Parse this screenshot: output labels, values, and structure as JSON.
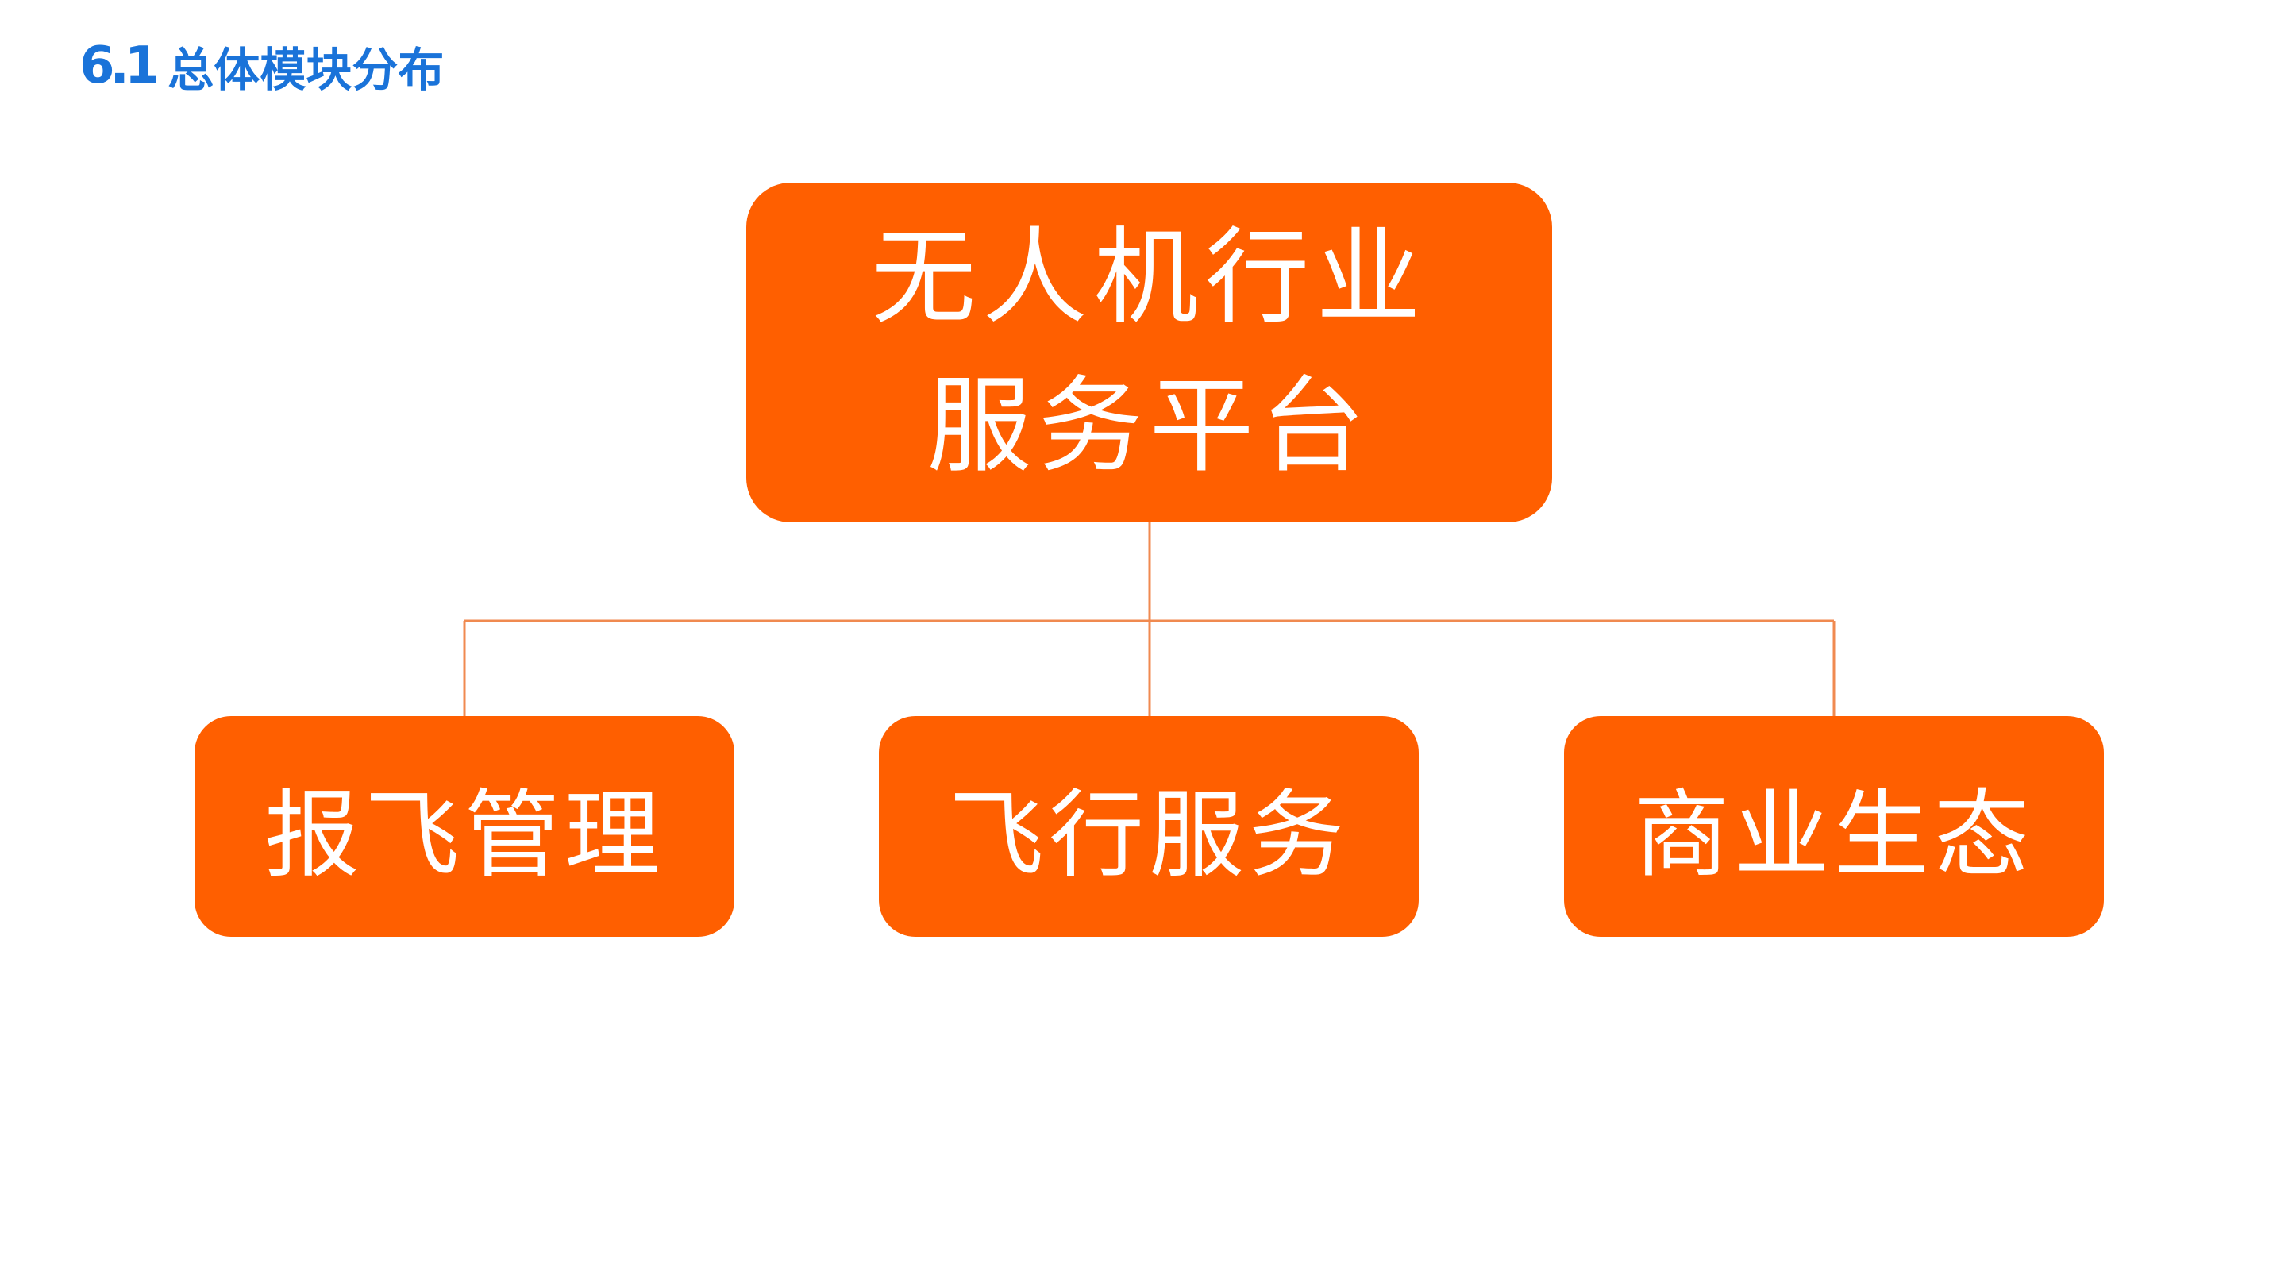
{
  "slide": {
    "section_number": "6.1",
    "title": "总体模块分布"
  },
  "colors": {
    "node_fill": "#ff5f00",
    "node_text": "#ffffff",
    "connector": "#f08a50",
    "title": "#1a73d9"
  },
  "diagram": {
    "root": {
      "line1": "无人机行业",
      "line2": "服务平台"
    },
    "children": [
      {
        "label": "报飞管理"
      },
      {
        "label": "飞行服务"
      },
      {
        "label": "商业生态"
      }
    ]
  }
}
